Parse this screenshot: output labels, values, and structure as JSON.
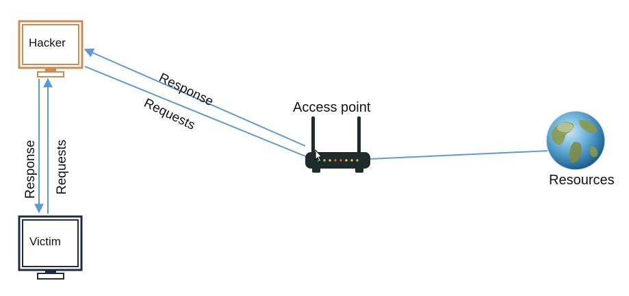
{
  "nodes": {
    "hacker": "Hacker",
    "victim": "Victim",
    "access_point": "Access point",
    "resources": "Resources"
  },
  "edges": {
    "hacker_ap_response": "Response",
    "hacker_ap_requests": "Requests",
    "victim_hacker_response": "Response",
    "victim_hacker_requests": "Requests"
  },
  "colors": {
    "hacker": "#d08a4f",
    "victim": "#1f2a44",
    "arrow": "#5b9bd5",
    "router": "#1d2b2b"
  }
}
